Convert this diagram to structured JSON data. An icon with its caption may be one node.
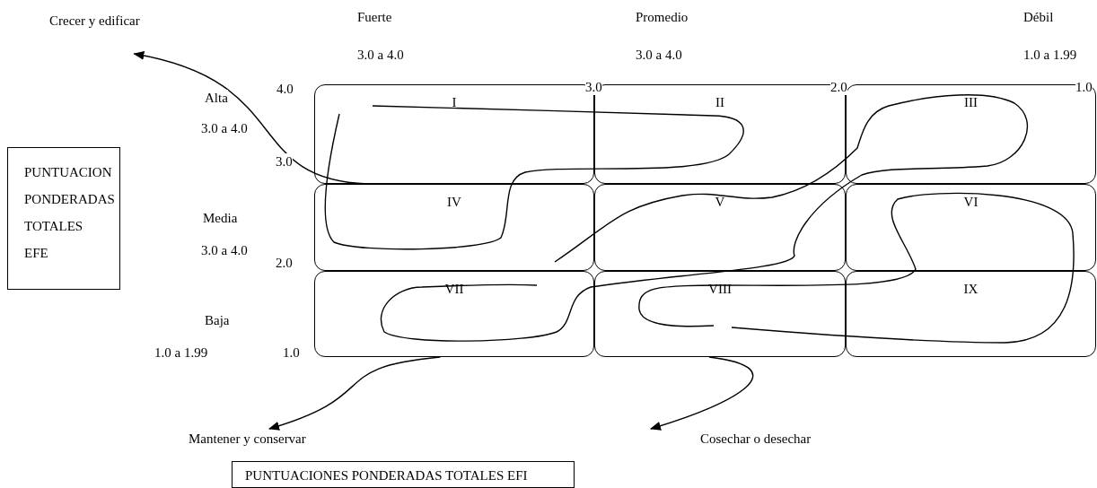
{
  "diagram": {
    "nodes": [
      {
        "text": [
          "Crecer y edificar"
        ]
      },
      {
        "text": [
          "I"
        ]
      },
      {
        "text": [
          "II"
        ]
      },
      {
        "text": [
          "III"
        ]
      },
      {
        "text": [
          "IV"
        ]
      },
      {
        "text": [
          "V"
        ]
      },
      {
        "text": [
          "VI"
        ]
      },
      {
        "text": [
          "VII"
        ]
      },
      {
        "text": [
          "VIII"
        ]
      },
      {
        "text": [
          "IX"
        ]
      },
      {
        "text": [
          "Mantener y conservar"
        ]
      },
      {
        "text": [
          "Cosechar o desechar"
        ]
      },
      {
        "text": [
          "PUNTUACION PONDERADAS TOTALES EFE"
        ]
      },
      {
        "text": [
          "PUNTUACIONES PONDERADAS TOTALES EFI"
        ]
      }
    ],
    "edges": [
      {
        "from": 1,
        "to": 0,
        "arrow": "to"
      },
      {
        "from": 7,
        "to": 10,
        "arrow": "to"
      },
      {
        "from": 8,
        "to": 11,
        "arrow": "to"
      }
    ],
    "labels": [
      "Fuerte",
      "Promedio",
      "Débil",
      "3.0 a 4.0",
      "3.0 a 4.0",
      "1.0 a 1.99",
      "4.0",
      "3.0",
      "2.0",
      "1.0",
      "Alta",
      "3.0 a 4.0",
      "3.0",
      "Media",
      "3.0 a 4.0",
      "2.0",
      "Baja",
      "1.0 a 1.99",
      "1.0"
    ]
  }
}
